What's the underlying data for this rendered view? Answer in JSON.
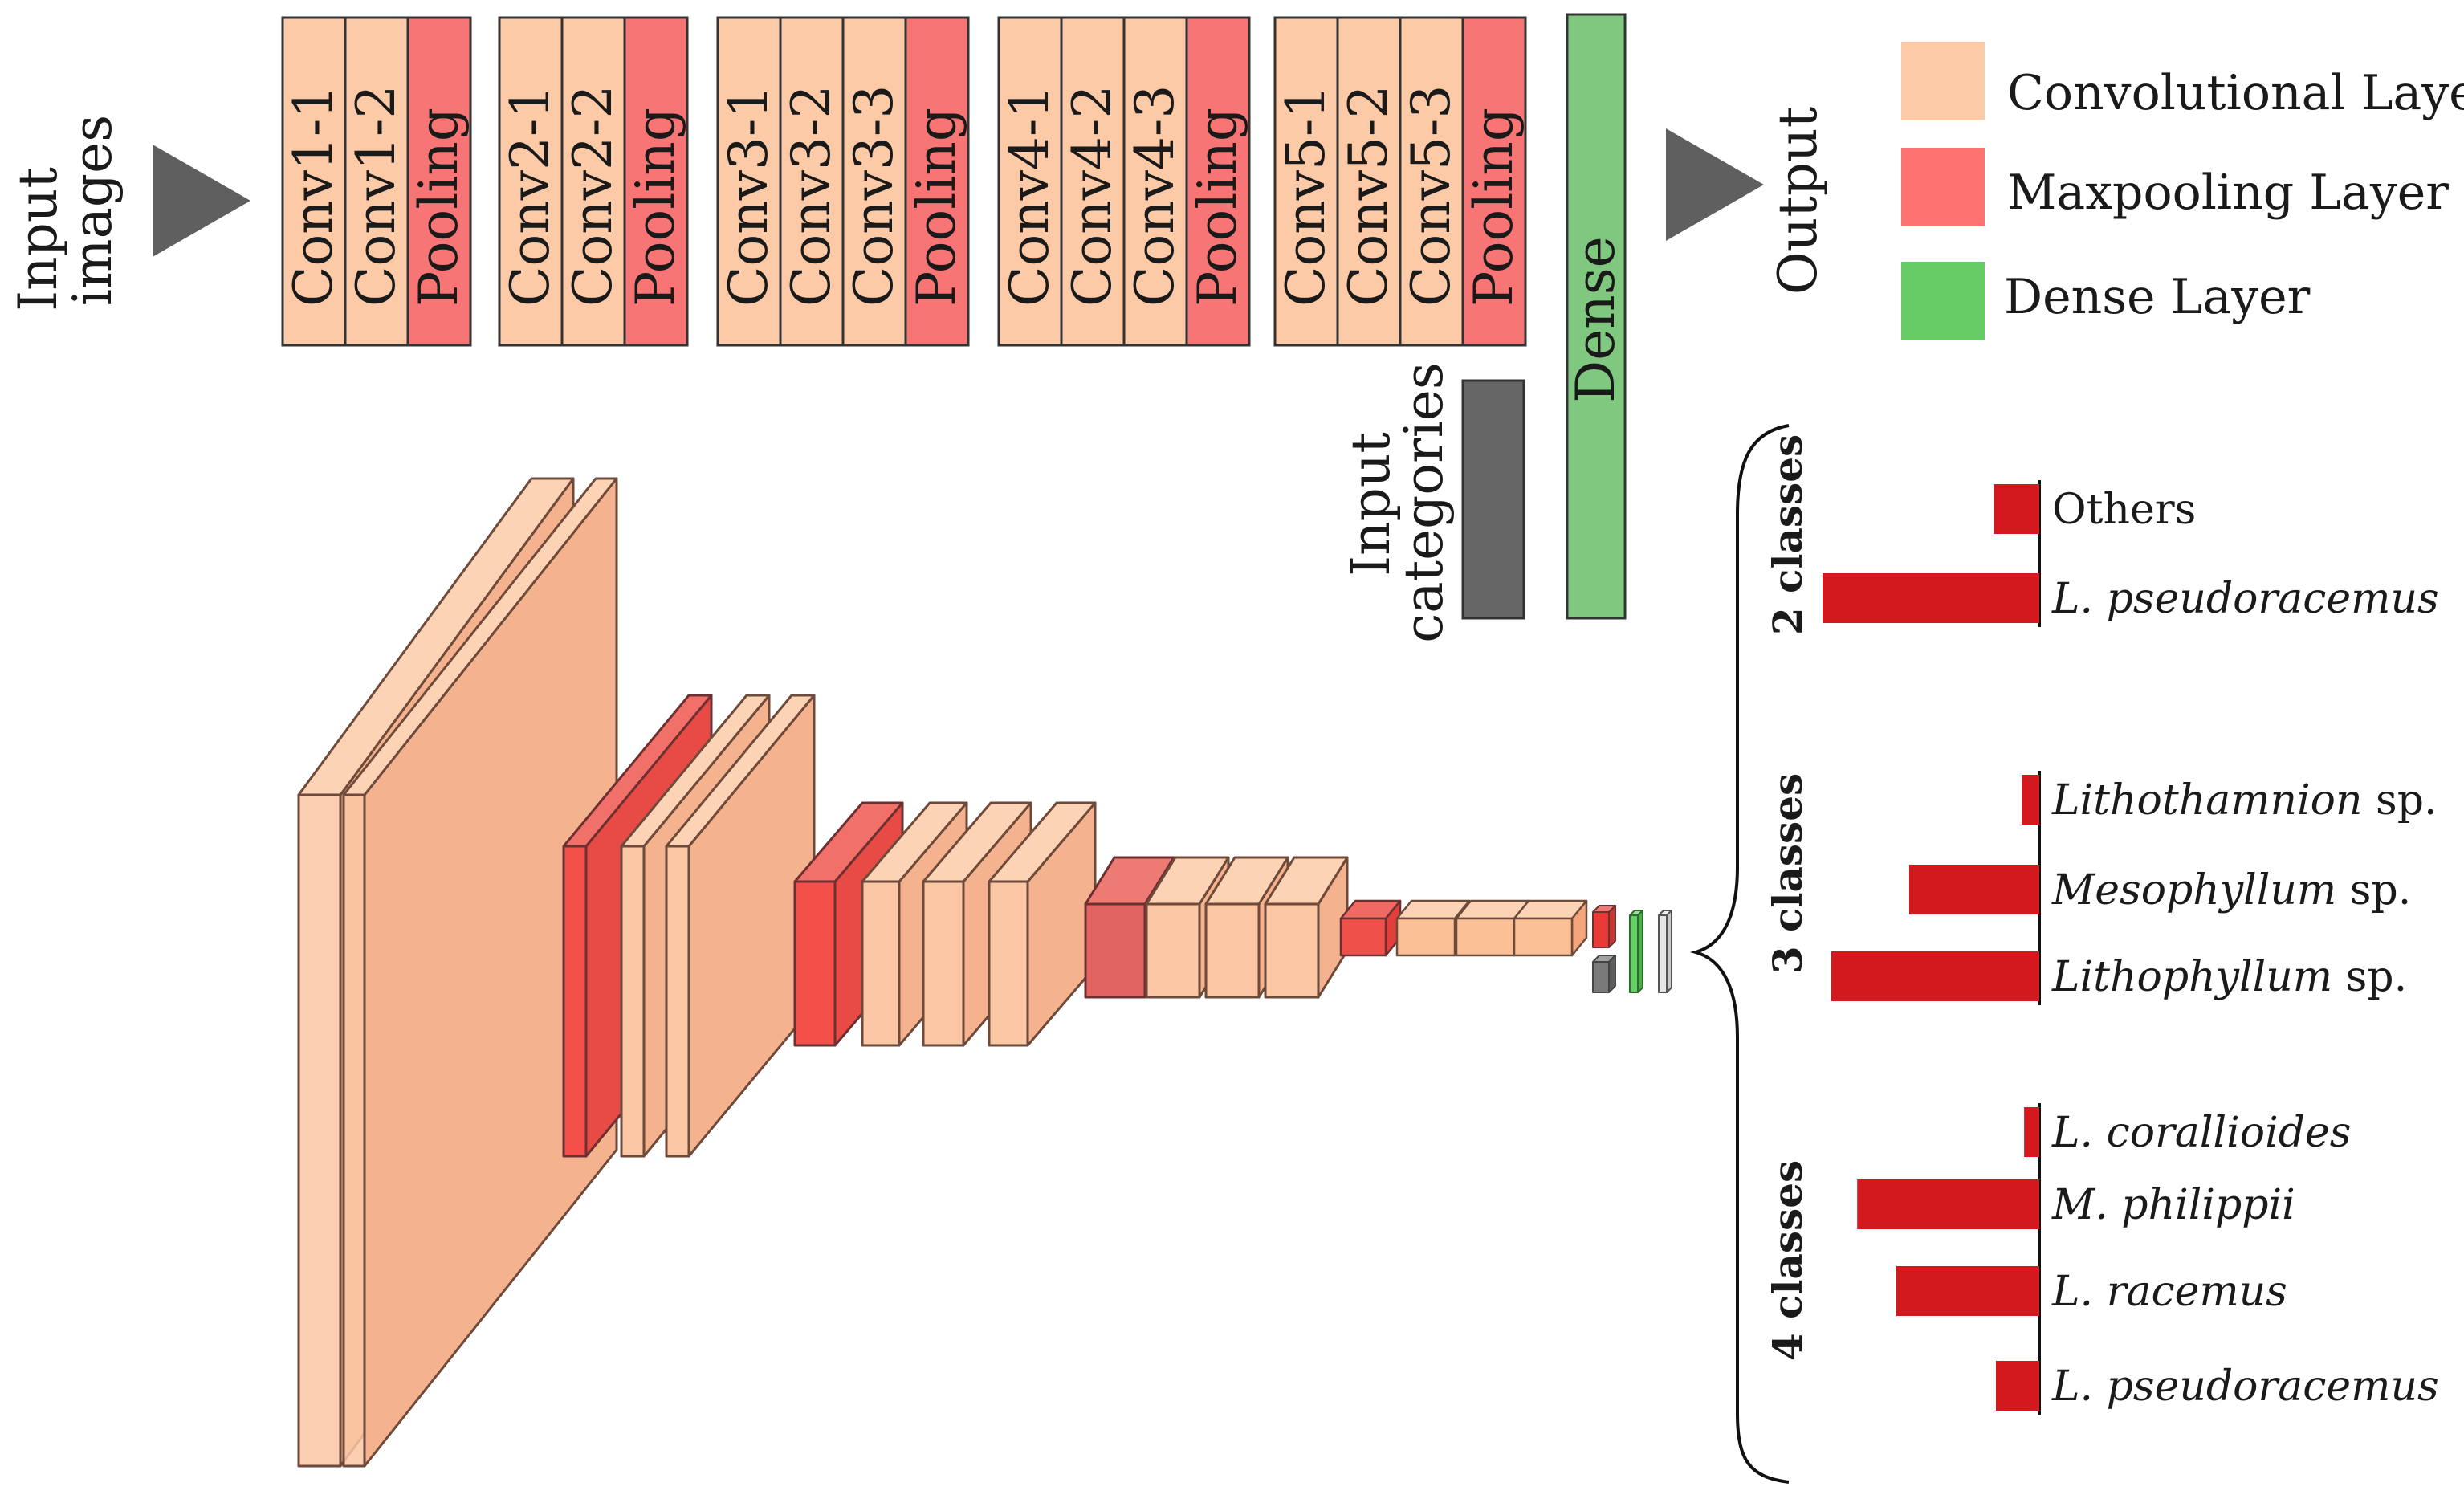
{
  "colors": {
    "conv": "#FCCAA6",
    "pool": "#F87575",
    "dense": "#80C880",
    "input_categories": "#666666",
    "arrow": "#5F5F5F",
    "bar": "#D4191E",
    "legend_conv": "#FCCAA6",
    "legend_pool": "#FE7372",
    "legend_dense": "#66CC66"
  },
  "input_label": [
    "Input",
    "images"
  ],
  "output_label": "Output",
  "input_categories_label": [
    "Input",
    "categories"
  ],
  "dense_label": "Dense",
  "blocks": [
    {
      "layers": [
        {
          "label": "Conv1-1",
          "kind": "conv"
        },
        {
          "label": "Conv1-2",
          "kind": "conv"
        },
        {
          "label": "Pooling",
          "kind": "pool"
        }
      ]
    },
    {
      "layers": [
        {
          "label": "Conv2-1",
          "kind": "conv"
        },
        {
          "label": "Conv2-2",
          "kind": "conv"
        },
        {
          "label": "Pooling",
          "kind": "pool"
        }
      ]
    },
    {
      "layers": [
        {
          "label": "Conv3-1",
          "kind": "conv"
        },
        {
          "label": "Conv3-2",
          "kind": "conv"
        },
        {
          "label": "Conv3-3",
          "kind": "conv"
        },
        {
          "label": "Pooling",
          "kind": "pool"
        }
      ]
    },
    {
      "layers": [
        {
          "label": "Conv4-1",
          "kind": "conv"
        },
        {
          "label": "Conv4-2",
          "kind": "conv"
        },
        {
          "label": "Conv4-3",
          "kind": "conv"
        },
        {
          "label": "Pooling",
          "kind": "pool"
        }
      ]
    },
    {
      "layers": [
        {
          "label": "Conv5-1",
          "kind": "conv"
        },
        {
          "label": "Conv5-2",
          "kind": "conv"
        },
        {
          "label": "Conv5-3",
          "kind": "conv"
        },
        {
          "label": "Pooling",
          "kind": "pool"
        }
      ]
    }
  ],
  "legend": [
    {
      "label": "Convolutional Layer",
      "color": "#FCCAA6"
    },
    {
      "label": "Maxpooling Layer",
      "color": "#FE7372"
    },
    {
      "label": "Dense Layer",
      "color": "#66CC66"
    }
  ],
  "output_groups": [
    {
      "title": "2 classes",
      "classes": [
        {
          "name": "Others",
          "suffix": "",
          "italic": false,
          "value": 0.21
        },
        {
          "name": "L.  pseudoracemus",
          "suffix": "",
          "italic": true,
          "value": 1.0
        }
      ]
    },
    {
      "title": "3 classes",
      "classes": [
        {
          "name": "Lithothamnion",
          "suffix": " sp.",
          "italic": true,
          "value": 0.08
        },
        {
          "name": "Mesophyllum",
          "suffix": " sp.",
          "italic": true,
          "value": 0.6
        },
        {
          "name": "Lithophyllum",
          "suffix": " sp.",
          "italic": true,
          "value": 0.96
        }
      ]
    },
    {
      "title": "4 classes",
      "classes": [
        {
          "name": "L.  corallioides",
          "suffix": "",
          "italic": true,
          "value": 0.07
        },
        {
          "name": "M.  philippii",
          "suffix": "",
          "italic": true,
          "value": 0.84
        },
        {
          "name": "L.  racemus",
          "suffix": "",
          "italic": true,
          "value": 0.66
        },
        {
          "name": "L.  pseudoracemus",
          "suffix": "",
          "italic": true,
          "value": 0.2
        }
      ]
    }
  ]
}
